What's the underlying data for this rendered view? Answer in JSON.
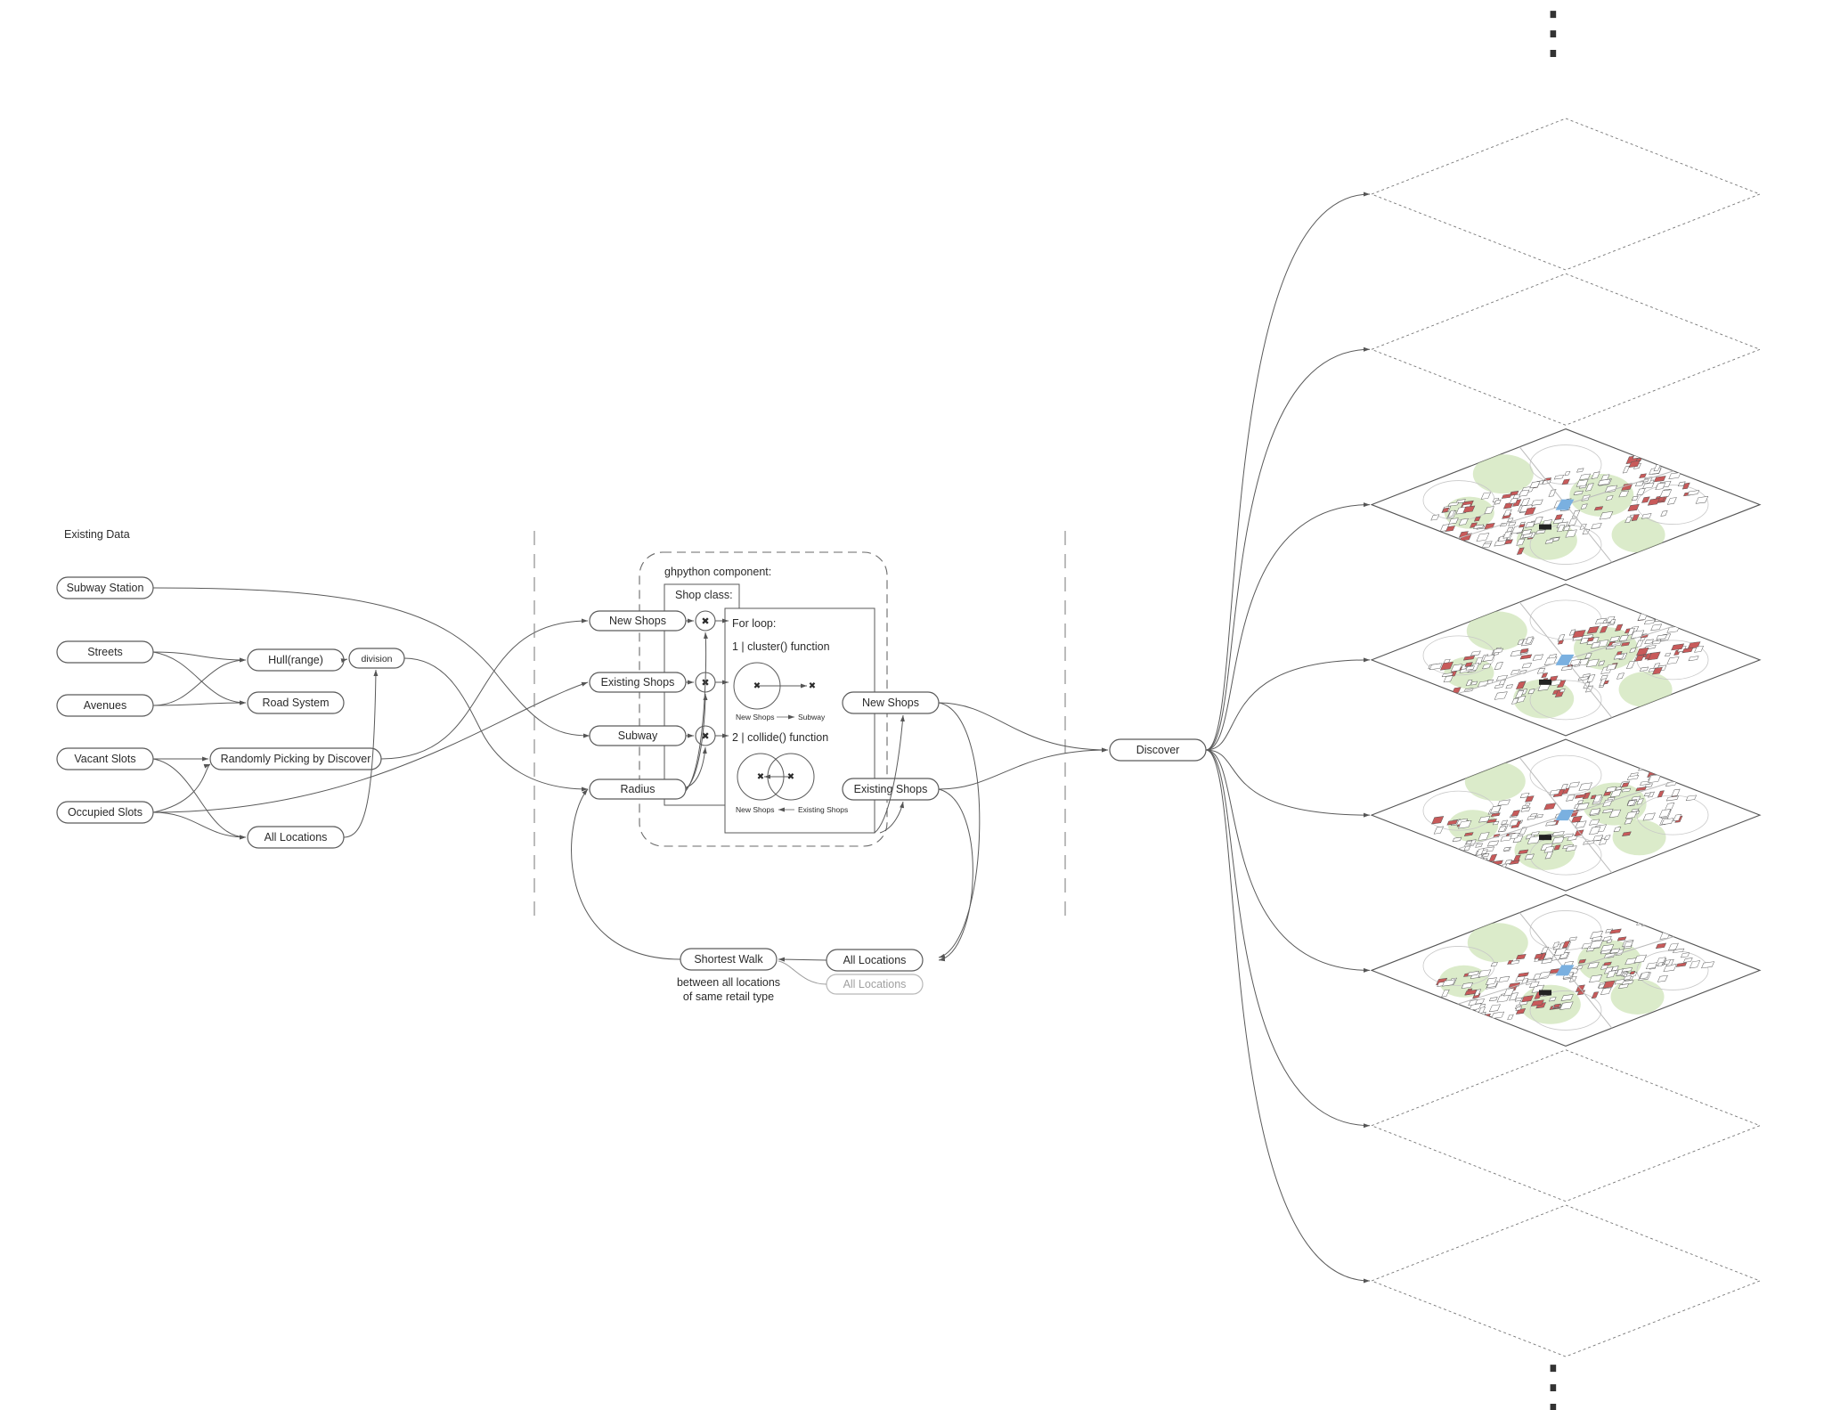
{
  "left_section": {
    "title": "Existing Data",
    "inputs": {
      "subway_station": "Subway Station",
      "streets": "Streets",
      "avenues": "Avenues",
      "vacant_slots": "Vacant Slots",
      "occupied_slots": "Occupied Slots"
    },
    "processes": {
      "hull": "Hull(range)",
      "road_system": "Road System",
      "division": "division",
      "random_picking": "Randomly Picking by Discover",
      "all_locations": "All Locations"
    }
  },
  "component": {
    "title": "ghpython component:",
    "shop_class": "Shop class:",
    "inputs": {
      "new_shops": "New Shops",
      "existing_shops": "Existing Shops",
      "subway": "Subway",
      "radius": "Radius"
    },
    "for_loop": "For loop:",
    "cluster_function": "1 | cluster() function",
    "cluster_label_from": "New Shops",
    "cluster_label_to": "Subway",
    "collide_function": "2 | collide() function",
    "collide_label_from": "New Shops",
    "collide_label_to": "Existing Shops",
    "op_symbol": "✖"
  },
  "outputs": {
    "new_shops": "New Shops",
    "existing_shops": "Existing Shops"
  },
  "feedback": {
    "shortest_walk": "Shortest Walk",
    "shortest_walk_note_line1": "between all locations",
    "shortest_walk_note_line2": "of same retail type",
    "all_locations": "All Locations",
    "all_locations_ghost": "All Locations"
  },
  "discover": "Discover",
  "iterations": {
    "total_planes": 8,
    "planes_with_maps": [
      3,
      4,
      5,
      6
    ],
    "ellipsis": "⋮"
  },
  "colors": {
    "line": "#5a5a5a",
    "park_green": "#cfe4b8",
    "subway_blue": "#7ab0e0",
    "building_red": "#c85a5a"
  }
}
